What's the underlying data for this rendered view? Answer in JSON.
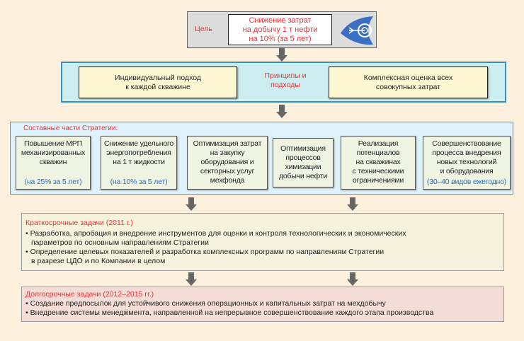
{
  "goal": {
    "label": "Цель",
    "lines": [
      "Снижение затрат",
      "на добычу 1 т нефти",
      "на 10% (за 5 лет)"
    ]
  },
  "principles": {
    "label_lines": [
      "Принципы и",
      "подходы"
    ],
    "left_lines": [
      "Индивидуальный подход",
      "к каждой скважине"
    ],
    "right_lines": [
      "Комплексная оценка всех",
      "совокупных затрат"
    ]
  },
  "components": {
    "title": "Составные части Стратегии:",
    "items": [
      {
        "lines": [
          "Повышение МРП",
          "механизированных",
          "скважин"
        ],
        "note": "(на 25% за 5 лет)"
      },
      {
        "lines": [
          "Снижение удельного",
          "энергопотребления",
          "на 1 т жидкости"
        ],
        "note": "(на 10% за 5 лет)"
      },
      {
        "lines": [
          "Оптимизация затрат",
          "на закупку",
          "оборудования и",
          "секторных услуг",
          "мехфонда"
        ],
        "note": ""
      },
      {
        "lines": [
          "Оптимизация",
          "процессов",
          "химизации",
          "добычи нефти"
        ],
        "note": ""
      },
      {
        "lines": [
          "Реализация",
          "потенциалов",
          "на скважинах",
          "с техническими",
          "ограничениями"
        ],
        "note": ""
      },
      {
        "lines": [
          "Совершенствование",
          "процесса внедрения",
          "новых технологий",
          "и оборудования"
        ],
        "note": "(30–40 видов ежегодно)"
      }
    ]
  },
  "short_term": {
    "title": "Краткосрочные задачи (2011 г.)",
    "items": [
      [
        "• Разработка, апробация и внедрение инструментов для оценки и контроля технологических и экономических",
        "параметров по основным направлениям Стратегии"
      ],
      [
        "• Определение целевых показателей и разработка комплексных программ по направлениям Стратегии",
        "в разрезе ЦДО и по Компании в целом"
      ]
    ]
  },
  "long_term": {
    "title": "Долгосрочные задачи (2012–2015 гг.)",
    "items": [
      "• Создание предпосылок для устойчивого снижения операционных и капитальных затрат на мехдобычу",
      "• Внедрение системы менеджмента, направленной на непрерывное совершенствование каждого этапа производства"
    ]
  }
}
